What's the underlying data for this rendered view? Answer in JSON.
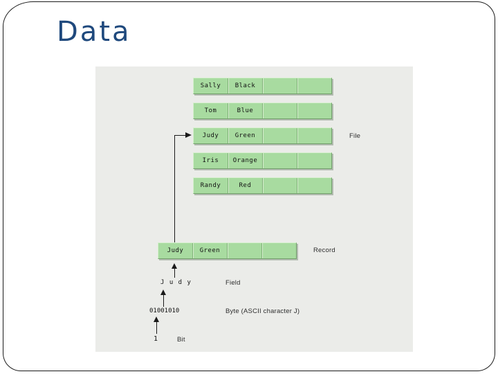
{
  "slide": {
    "title": "Data"
  },
  "colors": {
    "title_text": "#1F497D",
    "panel_bg": "#ebece9",
    "row_fill": "#a8dba0",
    "bevel_light": "#d8f0d0",
    "bevel_dark": "#71a06a",
    "line": "#1a1a1a"
  },
  "diagram": {
    "file": {
      "label": "File",
      "rows": [
        {
          "cells": [
            "Sally",
            "Black",
            "",
            ""
          ]
        },
        {
          "cells": [
            "Tom",
            "Blue",
            "",
            ""
          ]
        },
        {
          "cells": [
            "Judy",
            "Green",
            "",
            ""
          ]
        },
        {
          "cells": [
            "Iris",
            "Orange",
            "",
            ""
          ]
        },
        {
          "cells": [
            "Randy",
            "Red",
            "",
            ""
          ]
        }
      ]
    },
    "record": {
      "label": "Record",
      "cells": [
        "Judy",
        "Green",
        "",
        ""
      ]
    },
    "field": {
      "label": "Field",
      "value": "J u d y"
    },
    "byte": {
      "label": "Byte (ASCII character J)",
      "value": "01001010"
    },
    "bit": {
      "label": "Bit",
      "value": "1"
    }
  }
}
